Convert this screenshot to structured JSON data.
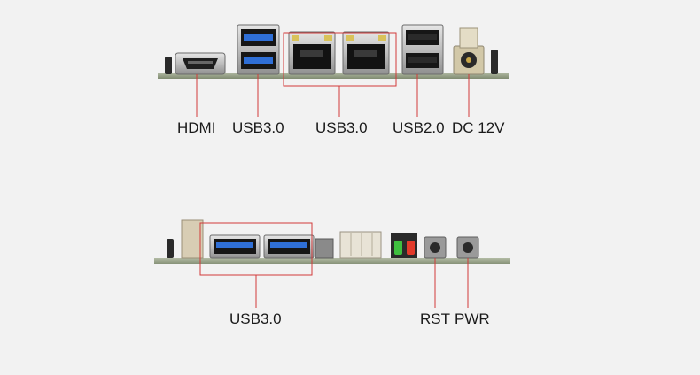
{
  "top_board": {
    "labels": {
      "hdmi": "HDMI",
      "usb3_left": "USB3.0",
      "usb3_lan": "USB3.0",
      "usb2": "USB2.0",
      "dc": "DC 12V"
    }
  },
  "bottom_board": {
    "labels": {
      "usb3": "USB3.0",
      "rst": "RST",
      "pwr": "PWR"
    }
  },
  "colors": {
    "background": "#f2f2f2",
    "pcb": "#9aa58c",
    "callout": "#d23a3a",
    "usb3_blue": "#2f6fd6",
    "metal": "#c8c8c8",
    "led_red": "#e23a2a",
    "led_green": "#3fbf3f"
  }
}
